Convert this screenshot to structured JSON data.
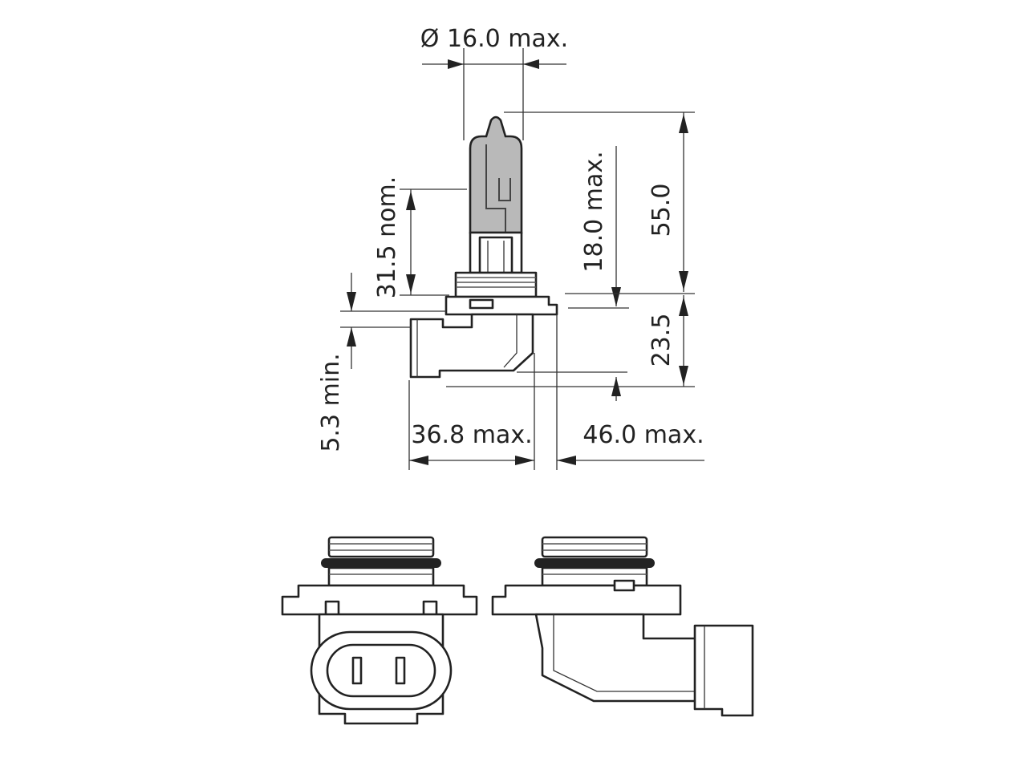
{
  "dimensions": {
    "diameter": "Ø 16.0 max.",
    "total_height": "55.0",
    "bulb_height": "18.0 max.",
    "light_center": "31.5 nom.",
    "base_height": "23.5",
    "flange_offset": "5.3 min.",
    "base_width": "36.8 max.",
    "overall_width": "46.0 max."
  },
  "colors": {
    "line": "#222222",
    "glass": "#b9b9b9",
    "background": "#ffffff"
  }
}
